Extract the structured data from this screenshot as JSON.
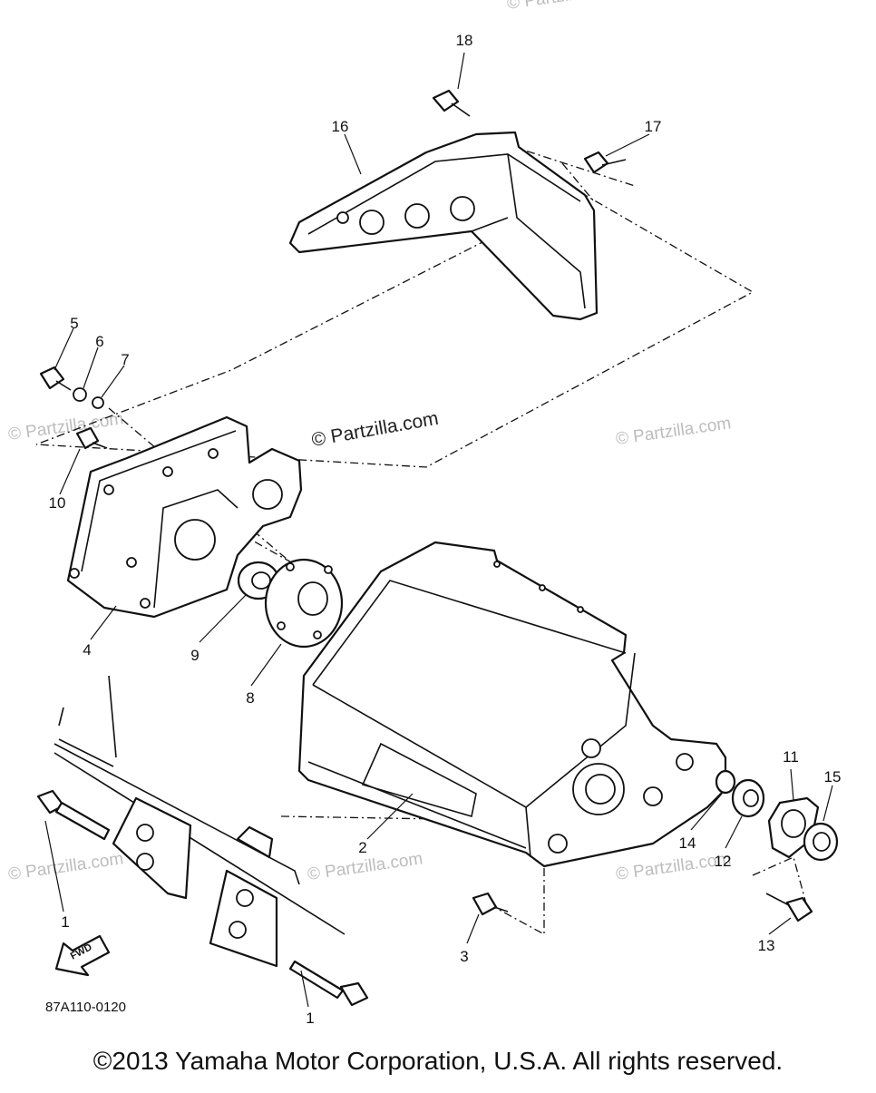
{
  "diagram": {
    "callouts": [
      {
        "id": "18",
        "label": "18"
      },
      {
        "id": "16",
        "label": "16"
      },
      {
        "id": "17",
        "label": "17"
      },
      {
        "id": "5",
        "label": "5"
      },
      {
        "id": "6",
        "label": "6"
      },
      {
        "id": "7",
        "label": "7"
      },
      {
        "id": "10",
        "label": "10"
      },
      {
        "id": "4",
        "label": "4"
      },
      {
        "id": "9",
        "label": "9"
      },
      {
        "id": "8",
        "label": "8"
      },
      {
        "id": "2",
        "label": "2"
      },
      {
        "id": "11",
        "label": "11"
      },
      {
        "id": "15",
        "label": "15"
      },
      {
        "id": "14",
        "label": "14"
      },
      {
        "id": "12",
        "label": "12"
      },
      {
        "id": "13",
        "label": "13"
      },
      {
        "id": "3",
        "label": "3"
      },
      {
        "id": "1a",
        "label": "1"
      },
      {
        "id": "1b",
        "label": "1"
      }
    ],
    "watermark_main": "© Partzilla.com",
    "watermark_faint": "© Partzilla.com",
    "faint_watermarks": [
      "© Partzilla.com",
      "© Partzilla.com",
      "© Partzilla.com",
      "© Partzilla.com",
      "© Partzilla.com",
      "© Partzilla.com"
    ],
    "diagram_code": "87A110-0120",
    "fwd_label": "FWD",
    "copyright": "©2013 Yamaha Motor Corporation, U.S.A. All rights reserved."
  }
}
